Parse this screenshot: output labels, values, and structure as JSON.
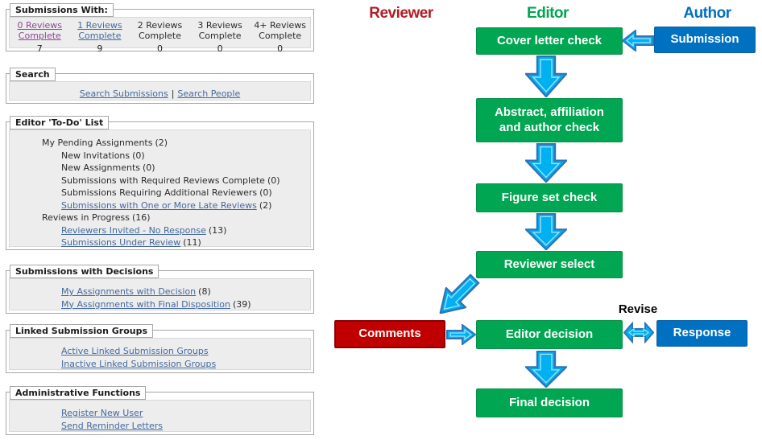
{
  "panels": {
    "submissions_with": {
      "legend": "Submissions With:",
      "columns": [
        {
          "label": "0 Reviews Complete",
          "count": "7",
          "link": true,
          "visited": true
        },
        {
          "label": "1 Reviews Complete",
          "count": "9",
          "link": true,
          "visited": false
        },
        {
          "label": "2 Reviews Complete",
          "count": "0",
          "link": false,
          "visited": false
        },
        {
          "label": "3 Reviews Complete",
          "count": "0",
          "link": false,
          "visited": false
        },
        {
          "label": "4+ Reviews Complete",
          "count": "0",
          "link": false,
          "visited": false
        }
      ]
    },
    "search": {
      "legend": "Search",
      "links": [
        "Search Submissions",
        "Search People"
      ],
      "divider": "|"
    },
    "todo": {
      "legend": "Editor 'To-Do' List",
      "items": [
        {
          "text": "My Pending Assignments",
          "count": "(2)",
          "link": false,
          "indent": 1
        },
        {
          "text": "New Invitations",
          "count": "(0)",
          "link": false,
          "indent": 2
        },
        {
          "text": "New Assignments",
          "count": "(0)",
          "link": false,
          "indent": 2
        },
        {
          "text": "Submissions with Required Reviews Complete",
          "count": "(0)",
          "link": false,
          "indent": 2
        },
        {
          "text": "Submissions Requiring Additional Reviewers",
          "count": "(0)",
          "link": false,
          "indent": 2
        },
        {
          "text": "Submissions with One or More Late Reviews",
          "count": "(2)",
          "link": true,
          "indent": 2
        },
        {
          "text": "Reviews in Progress",
          "count": "(16)",
          "link": false,
          "indent": 1
        },
        {
          "text": "Reviewers Invited - No Response",
          "count": "(13)",
          "link": true,
          "indent": 2
        },
        {
          "text": "Submissions Under Review",
          "count": "(11)",
          "link": true,
          "indent": 2
        }
      ]
    },
    "decisions": {
      "legend": "Submissions with Decisions",
      "items": [
        {
          "text": "My Assignments with Decision",
          "count": "(8)",
          "link": true
        },
        {
          "text": "My Assignments with Final Disposition",
          "count": "(39)",
          "link": true
        }
      ]
    },
    "linked": {
      "legend": "Linked Submission Groups",
      "links": [
        "Active Linked Submission Groups",
        "Inactive Linked Submission Groups"
      ]
    },
    "admin": {
      "legend": "Administrative Functions",
      "links": [
        "Register New User",
        "Send Reminder Letters"
      ]
    }
  },
  "flowchart": {
    "lanes": [
      {
        "label": "Reviewer",
        "color": "#b01e24"
      },
      {
        "label": "Editor",
        "color": "#00a651"
      },
      {
        "label": "Author",
        "color": "#0070c0"
      }
    ],
    "nodes": [
      {
        "id": "cover-letter-check",
        "label": "Cover letter check",
        "color": "#00a651"
      },
      {
        "id": "submission",
        "label": "Submission",
        "color": "#0070c0"
      },
      {
        "id": "abstract-check",
        "label": "Abstract, affiliation and author check",
        "color": "#00a651"
      },
      {
        "id": "figure-set-check",
        "label": "Figure set check",
        "color": "#00a651"
      },
      {
        "id": "reviewer-select",
        "label": "Reviewer select",
        "color": "#00a651"
      },
      {
        "id": "comments",
        "label": "Comments",
        "color": "#c00000"
      },
      {
        "id": "editor-decision",
        "label": "Editor decision",
        "color": "#00a651"
      },
      {
        "id": "response",
        "label": "Response",
        "color": "#0070c0"
      },
      {
        "id": "final-decision",
        "label": "Final decision",
        "color": "#00a651"
      }
    ],
    "edge_label": "Revise",
    "arrows": [
      "submission-to-cover-left-arrow",
      "cover-to-abstract-down-arrow",
      "abstract-to-figure-down-arrow",
      "figure-to-reviewer-select-down-arrow",
      "reviewer-select-to-comments-diagonal-arrow",
      "comments-to-editor-decision-right-arrow",
      "editor-decision-response-double-arrow",
      "editor-decision-to-final-down-arrow"
    ],
    "arrow_colors": {
      "fill": "#00b0f0",
      "stroke": "#2e75b6",
      "inner": "#9be4ff"
    }
  }
}
